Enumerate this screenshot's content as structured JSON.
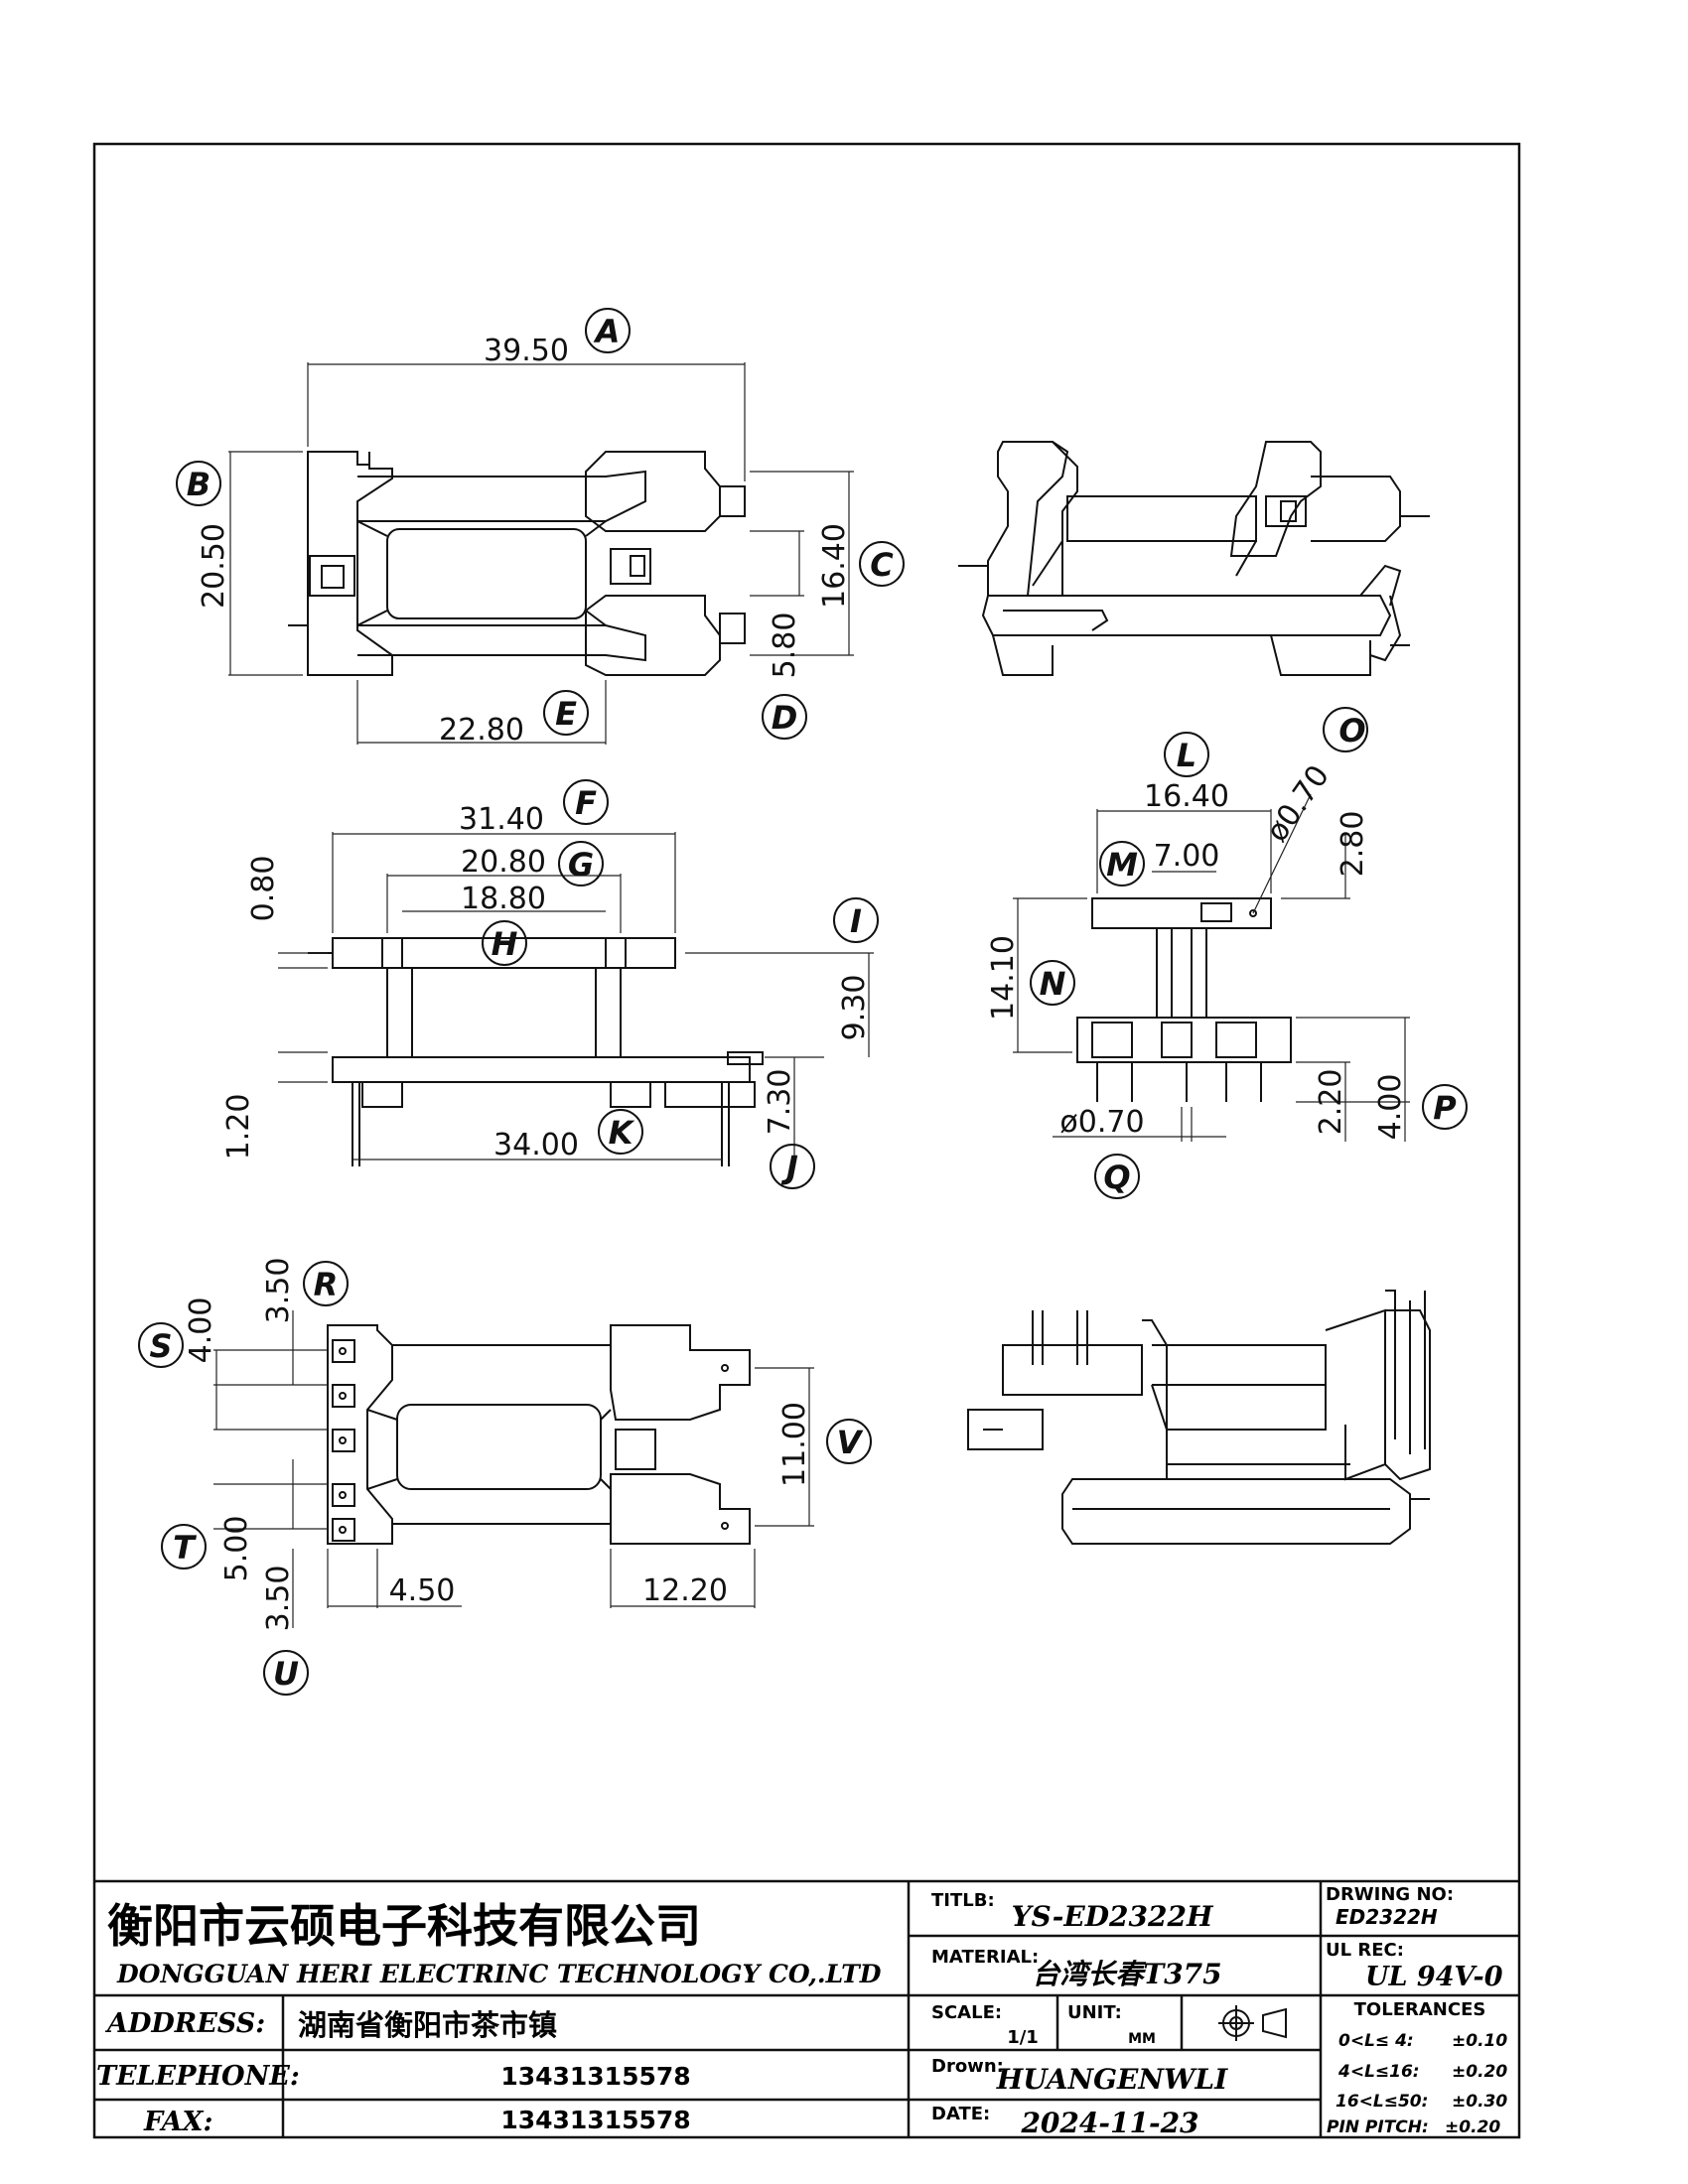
{
  "dimensions": {
    "a": "39.50",
    "b": "20.50",
    "c": "16.40",
    "d": "5.80",
    "e": "22.80",
    "f": "31.40",
    "g": "20.80",
    "h": "18.80",
    "i": "0.80",
    "j": "7.30",
    "k": "34.00",
    "i2": "9.30",
    "k2": "1.20",
    "l": "16.40",
    "m": "7.00",
    "n": "14.10",
    "o": "ø0.70",
    "o2": "2.80",
    "p": "4.00",
    "p2": "2.20",
    "q": "ø0.70",
    "r": "3.50",
    "s": "4.00",
    "t": "5.00",
    "u": "3.50",
    "v": "11.00",
    "w": "4.50",
    "x": "12.20"
  },
  "labels": {
    "a": "A",
    "b": "B",
    "c": "C",
    "d": "D",
    "e": "E",
    "f": "F",
    "g": "G",
    "h": "H",
    "i": "I",
    "j": "J",
    "k": "K",
    "l": "L",
    "m": "M",
    "n": "N",
    "o": "O",
    "p": "P",
    "q": "Q",
    "r": "R",
    "s": "S",
    "t": "T",
    "u": "U",
    "v": "V"
  },
  "title_block": {
    "company_cn": "衡阳市云硕电子科技有限公司",
    "company_en": "DONGGUAN HERI ELECTRINC TECHNOLOGY CO,.LTD",
    "address_label": "ADDRESS:",
    "address_value": "湖南省衡阳市茶市镇",
    "telephone_label": "TELEPHONE:",
    "telephone_value": "13431315578",
    "fax_label": "FAX:",
    "fax_value": "13431315578",
    "title_label": "TITLB:",
    "title_value": "YS-ED2322H",
    "material_label": "MATERIAL:",
    "material_value": "台湾长春T375",
    "scale_label": "SCALE:",
    "scale_value": "1/1",
    "unit_label": "UNIT:",
    "unit_value": "MM",
    "drawn_label": "Drown:",
    "drawn_value": "HUANGENWLI",
    "date_label": "DATE:",
    "date_value": "2024-11-23",
    "drawing_no_label": "DRWING NO:",
    "drawing_no_value": "ED2322H",
    "ul_label": "UL REC:",
    "ul_value": "UL 94V-0",
    "tolerances_label": "TOLERANCES",
    "tol_1": "0<L≤ 4:",
    "tol_1_val": "±0.10",
    "tol_2": "4<L≤16:",
    "tol_2_val": "±0.20",
    "tol_3": "16<L≤50:",
    "tol_3_val": "±0.30",
    "pin_pitch": "PIN PITCH:",
    "pin_pitch_val": "±0.20"
  }
}
